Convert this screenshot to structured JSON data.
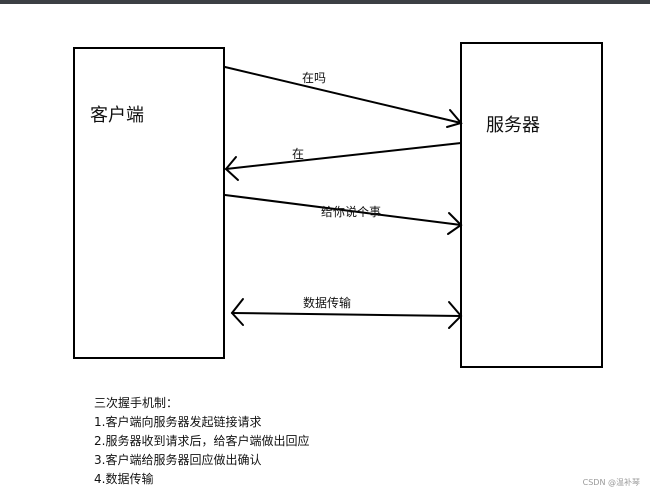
{
  "diagram": {
    "nodes": {
      "client": "客户端",
      "server": "服务器"
    },
    "edges": {
      "e1": "在吗",
      "e2": "在",
      "e3": "给你说个事",
      "e4": "数据传输"
    }
  },
  "notes": {
    "title": "三次握手机制：",
    "steps": [
      "1.客户端向服务器发起链接请求",
      "2.服务器收到请求后，给客户端做出回应",
      "3.客户端给服务器回应做出确认",
      "4.数据传输"
    ]
  },
  "watermark": "CSDN @温补琴"
}
